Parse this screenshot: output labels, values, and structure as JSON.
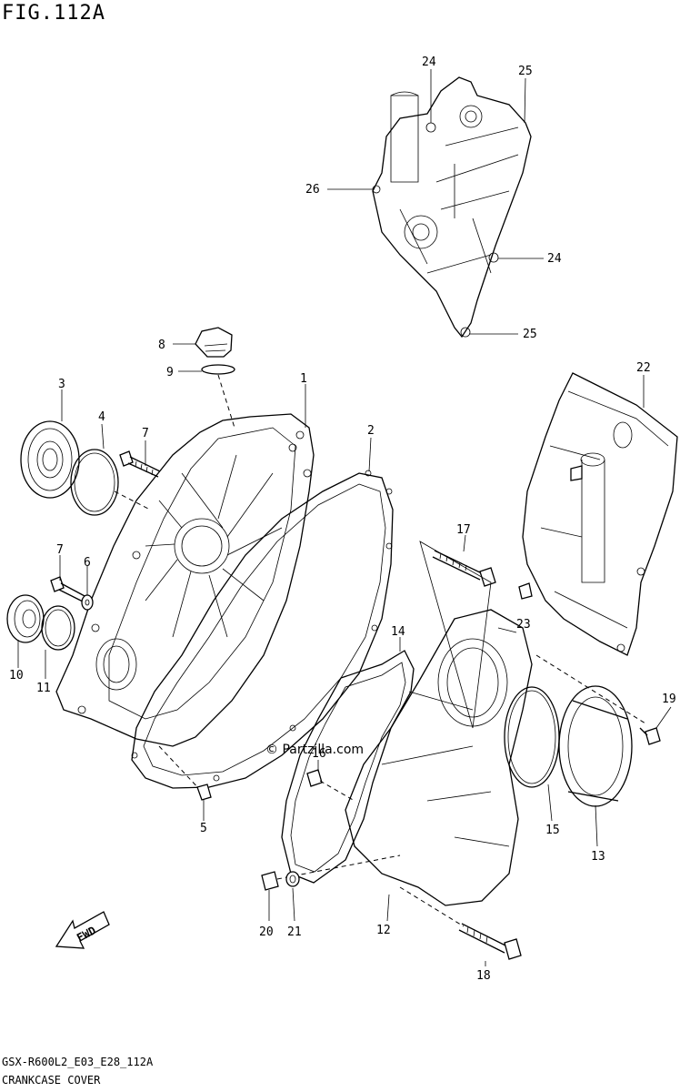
{
  "figure": {
    "title": "FIG.112A",
    "code": "GSX-R600L2_E03_E28_112A",
    "caption": "CRANKCASE COVER",
    "watermark": "© Partzilla.com",
    "fwd_label": "FWD"
  },
  "callouts": [
    {
      "id": "c1",
      "label": "1"
    },
    {
      "id": "c2",
      "label": "2"
    },
    {
      "id": "c3",
      "label": "3"
    },
    {
      "id": "c4",
      "label": "4"
    },
    {
      "id": "c5",
      "label": "5"
    },
    {
      "id": "c6",
      "label": "6"
    },
    {
      "id": "c7a",
      "label": "7"
    },
    {
      "id": "c7b",
      "label": "7"
    },
    {
      "id": "c8",
      "label": "8"
    },
    {
      "id": "c9",
      "label": "9"
    },
    {
      "id": "c10",
      "label": "10"
    },
    {
      "id": "c11",
      "label": "11"
    },
    {
      "id": "c12",
      "label": "12"
    },
    {
      "id": "c13",
      "label": "13"
    },
    {
      "id": "c14",
      "label": "14"
    },
    {
      "id": "c15",
      "label": "15"
    },
    {
      "id": "c16",
      "label": "16"
    },
    {
      "id": "c17",
      "label": "17"
    },
    {
      "id": "c18",
      "label": "18"
    },
    {
      "id": "c19",
      "label": "19"
    },
    {
      "id": "c20",
      "label": "20"
    },
    {
      "id": "c21",
      "label": "21"
    },
    {
      "id": "c22",
      "label": "22"
    },
    {
      "id": "c23",
      "label": "23"
    },
    {
      "id": "c24a",
      "label": "24"
    },
    {
      "id": "c24b",
      "label": "24"
    },
    {
      "id": "c25a",
      "label": "25"
    },
    {
      "id": "c25b",
      "label": "25"
    },
    {
      "id": "c26",
      "label": "26"
    }
  ]
}
